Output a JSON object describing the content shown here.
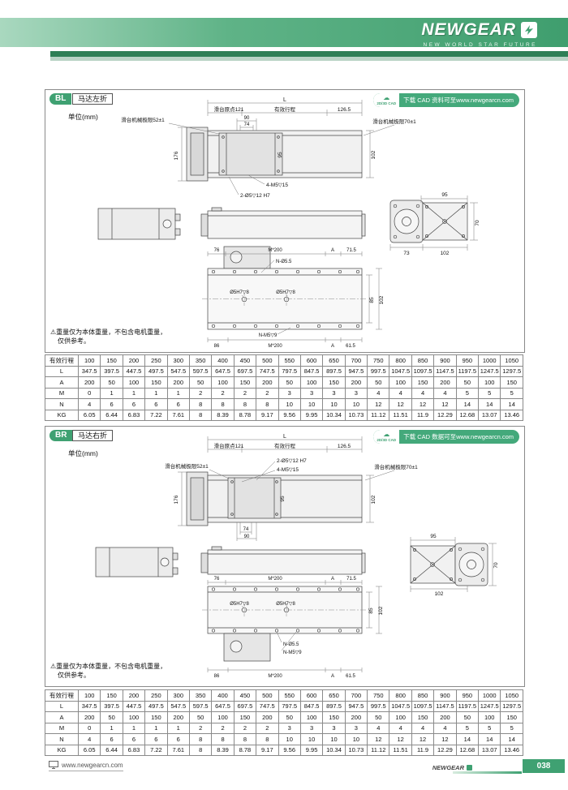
{
  "header": {
    "brand": "NEWGEAR",
    "tagline": "NEW WORLD STAR FUTURE"
  },
  "footer": {
    "url": "www.newgearcn.com",
    "brand": "NEWGEAR",
    "page_number": "038"
  },
  "sections": [
    {
      "badge": "BL",
      "title": "马达左折",
      "unit": "单位(mm)",
      "cad": {
        "icon_label": "2D/3D CAD",
        "cloud_glyph": "☁",
        "text": "下载 CAD 资料可至www.newgearcn.com"
      },
      "note": {
        "warning_glyph": "⚠",
        "line1": "重量仅为本体重量，不包含电机重量，",
        "line2": "仅供参考。"
      },
      "drawing": {
        "dim_L": "L",
        "origin": "滑台原点121",
        "stroke": "有效行程",
        "dim_126_5": "126.5",
        "dim_90": "90",
        "dim_74": "74",
        "limit_left": "滑台机械极限52±1",
        "limit_right": "滑台机械极限70±1",
        "dim_176": "176",
        "dim_95_slider": "95",
        "dim_102_side": "102",
        "callout_tap": "4-M5▽15",
        "callout_pin": "2-Ø5▽12 H7",
        "end_95": "95",
        "end_73": "73",
        "end_102": "102",
        "end_70": "70",
        "bot_76": "76",
        "bot_m200_top": "M*200",
        "bot_A_top": "A",
        "bot_71_5": "71.5",
        "callout_n_hole": "N-Ø5.5",
        "pin_label_1": "Ø5H7▽8",
        "pin_label_2": "Ø5H7▽8",
        "bot_85": "85",
        "bot_102": "102",
        "bot_86": "86",
        "bot_m200_bottom": "M*200",
        "bot_A_bottom": "A",
        "bot_61_5": "61.5",
        "callout_n_tap": "N-M5▽9"
      },
      "table": {
        "header_label": "有效行程",
        "header_values": [
          "100",
          "150",
          "200",
          "250",
          "300",
          "350",
          "400",
          "450",
          "500",
          "550",
          "600",
          "650",
          "700",
          "750",
          "800",
          "850",
          "900",
          "950",
          "1000",
          "1050"
        ],
        "rows": [
          {
            "label": "L",
            "values": [
              "347.5",
              "397.5",
              "447.5",
              "497.5",
              "547.5",
              "597.5",
              "647.5",
              "697.5",
              "747.5",
              "797.5",
              "847.5",
              "897.5",
              "947.5",
              "997.5",
              "1047.5",
              "1097.5",
              "1147.5",
              "1197.5",
              "1247.5",
              "1297.5"
            ]
          },
          {
            "label": "A",
            "values": [
              "200",
              "50",
              "100",
              "150",
              "200",
              "50",
              "100",
              "150",
              "200",
              "50",
              "100",
              "150",
              "200",
              "50",
              "100",
              "150",
              "200",
              "50",
              "100",
              "150"
            ]
          },
          {
            "label": "M",
            "values": [
              "0",
              "1",
              "1",
              "1",
              "1",
              "2",
              "2",
              "2",
              "2",
              "3",
              "3",
              "3",
              "3",
              "4",
              "4",
              "4",
              "4",
              "5",
              "5",
              "5"
            ]
          },
          {
            "label": "N",
            "values": [
              "4",
              "6",
              "6",
              "6",
              "6",
              "8",
              "8",
              "8",
              "8",
              "10",
              "10",
              "10",
              "10",
              "12",
              "12",
              "12",
              "12",
              "14",
              "14",
              "14"
            ]
          },
          {
            "label": "KG",
            "values": [
              "6.05",
              "6.44",
              "6.83",
              "7.22",
              "7.61",
              "8",
              "8.39",
              "8.78",
              "9.17",
              "9.56",
              "9.95",
              "10.34",
              "10.73",
              "11.12",
              "11.51",
              "11.9",
              "12.29",
              "12.68",
              "13.07",
              "13.46"
            ]
          }
        ]
      }
    },
    {
      "badge": "BR",
      "title": "马达右折",
      "unit": "单位(mm)",
      "cad": {
        "icon_label": "2D/3D CAD",
        "cloud_glyph": "☁",
        "text": "下载 CAD 数据可至www.newgearcn.com"
      },
      "note": {
        "warning_glyph": "⚠",
        "line1": "重量仅为本体重量，不包含电机重量，",
        "line2": "仅供参考。"
      },
      "drawing": {
        "dim_L": "L",
        "origin": "滑台原点121",
        "stroke": "有效行程",
        "dim_126_5": "126.5",
        "dim_90": "90",
        "dim_74": "74",
        "limit_left": "滑台机械极限52±1",
        "limit_right": "滑台机械极限70±1",
        "dim_176": "176",
        "dim_95_slider": "95",
        "dim_102_side": "102",
        "callout_tap": "4-M5▽15",
        "callout_pin": "2-Ø5▽12 H7",
        "end_95": "95",
        "end_102": "102",
        "end_70": "70",
        "bot_76": "76",
        "bot_m200_top": "M*200",
        "bot_A_top": "A",
        "bot_71_5": "71.5",
        "callout_n_hole": "N-Ø5.5",
        "pin_label_1": "Ø5H7▽8",
        "pin_label_2": "Ø5H7▽8",
        "bot_85": "85",
        "bot_102": "102",
        "bot_86": "86",
        "bot_m200_bottom": "M*200",
        "bot_A_bottom": "A",
        "bot_61_5": "61.5",
        "callout_n_tap": "N-M5▽9"
      },
      "table": {
        "header_label": "有效行程",
        "header_values": [
          "100",
          "150",
          "200",
          "250",
          "300",
          "350",
          "400",
          "450",
          "500",
          "550",
          "600",
          "650",
          "700",
          "750",
          "800",
          "850",
          "900",
          "950",
          "1000",
          "1050"
        ],
        "rows": [
          {
            "label": "L",
            "values": [
              "347.5",
              "397.5",
              "447.5",
              "497.5",
              "547.5",
              "597.5",
              "647.5",
              "697.5",
              "747.5",
              "797.5",
              "847.5",
              "897.5",
              "947.5",
              "997.5",
              "1047.5",
              "1097.5",
              "1147.5",
              "1197.5",
              "1247.5",
              "1297.5"
            ]
          },
          {
            "label": "A",
            "values": [
              "200",
              "50",
              "100",
              "150",
              "200",
              "50",
              "100",
              "150",
              "200",
              "50",
              "100",
              "150",
              "200",
              "50",
              "100",
              "150",
              "200",
              "50",
              "100",
              "150"
            ]
          },
          {
            "label": "M",
            "values": [
              "0",
              "1",
              "1",
              "1",
              "1",
              "2",
              "2",
              "2",
              "2",
              "3",
              "3",
              "3",
              "3",
              "4",
              "4",
              "4",
              "4",
              "5",
              "5",
              "5"
            ]
          },
          {
            "label": "N",
            "values": [
              "4",
              "6",
              "6",
              "6",
              "6",
              "8",
              "8",
              "8",
              "8",
              "10",
              "10",
              "10",
              "10",
              "12",
              "12",
              "12",
              "12",
              "14",
              "14",
              "14"
            ]
          },
          {
            "label": "KG",
            "values": [
              "6.05",
              "6.44",
              "6.83",
              "7.22",
              "7.61",
              "8",
              "8.39",
              "8.78",
              "9.17",
              "9.56",
              "9.95",
              "10.34",
              "10.73",
              "11.12",
              "11.51",
              "11.9",
              "12.29",
              "12.68",
              "13.07",
              "13.46"
            ]
          }
        ]
      }
    }
  ]
}
